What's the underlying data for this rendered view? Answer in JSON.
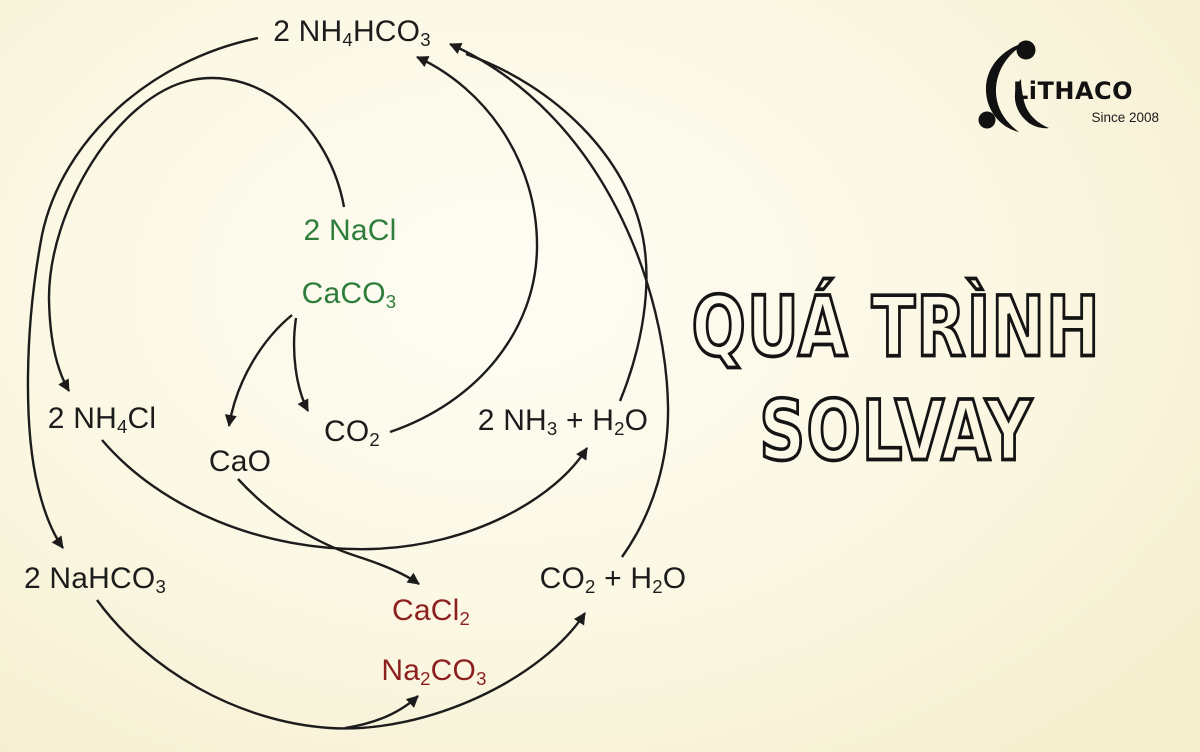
{
  "title": {
    "line1": "QUÁ TRÌNH",
    "line2": "SOLVAY"
  },
  "logo": {
    "name": "LiTHACO",
    "tagline": "Since 2008"
  },
  "colors": {
    "ink": "#1c1c1c",
    "green": "#2f7d3b",
    "red": "#8d1f1f"
  },
  "nodes": {
    "nh4hco3": {
      "color": "ink",
      "formula": [
        {
          "t": "2 NH"
        },
        {
          "s": "4"
        },
        {
          "t": "HCO"
        },
        {
          "s": "3"
        }
      ]
    },
    "nacl": {
      "color": "green",
      "formula": [
        {
          "t": "2 NaCl"
        }
      ]
    },
    "caco3": {
      "color": "green",
      "formula": [
        {
          "t": "CaCO"
        },
        {
          "s": "3"
        }
      ]
    },
    "nh4cl": {
      "color": "ink",
      "formula": [
        {
          "t": "2 NH"
        },
        {
          "s": "4"
        },
        {
          "t": "Cl"
        }
      ]
    },
    "co2": {
      "color": "ink",
      "formula": [
        {
          "t": "CO"
        },
        {
          "s": "2"
        }
      ]
    },
    "cao": {
      "color": "ink",
      "formula": [
        {
          "t": "CaO"
        }
      ]
    },
    "nh3_h2o": {
      "color": "ink",
      "formula": [
        {
          "t": "2 NH"
        },
        {
          "s": "3"
        },
        {
          "t": " + H"
        },
        {
          "s": "2"
        },
        {
          "t": "O"
        }
      ]
    },
    "nahco3": {
      "color": "ink",
      "formula": [
        {
          "t": "2 NaHCO"
        },
        {
          "s": "3"
        }
      ]
    },
    "cacl2": {
      "color": "red",
      "formula": [
        {
          "t": "CaCl"
        },
        {
          "s": "2"
        }
      ]
    },
    "na2co3": {
      "color": "red",
      "formula": [
        {
          "t": "Na"
        },
        {
          "s": "2"
        },
        {
          "t": "CO"
        },
        {
          "s": "3"
        }
      ]
    },
    "co2_h2o": {
      "color": "ink",
      "formula": [
        {
          "t": "CO"
        },
        {
          "s": "2"
        },
        {
          "t": " + H"
        },
        {
          "s": "2"
        },
        {
          "t": "O"
        }
      ]
    }
  },
  "arrows": [
    {
      "from": "2 NH4HCO3",
      "to": "2 NaHCO3"
    },
    {
      "from": "2 NaCl",
      "to": "2 NH4Cl"
    },
    {
      "from": "CaCO3",
      "to": "CaO"
    },
    {
      "from": "CaCO3",
      "to": "CO2"
    },
    {
      "from": "CO2",
      "to": "2 NH4HCO3"
    },
    {
      "from": "2 NH3 + H2O",
      "to": "2 NH4HCO3"
    },
    {
      "from": "CO2 + H2O",
      "to": "2 NH4HCO3"
    },
    {
      "from": "2 NH4Cl",
      "to": "2 NH3 + H2O"
    },
    {
      "from": "CaO",
      "to": "CaCl2"
    },
    {
      "from": "2 NaHCO3",
      "to": "Na2CO3"
    },
    {
      "from": "2 NaHCO3",
      "to": "CO2 + H2O"
    }
  ]
}
